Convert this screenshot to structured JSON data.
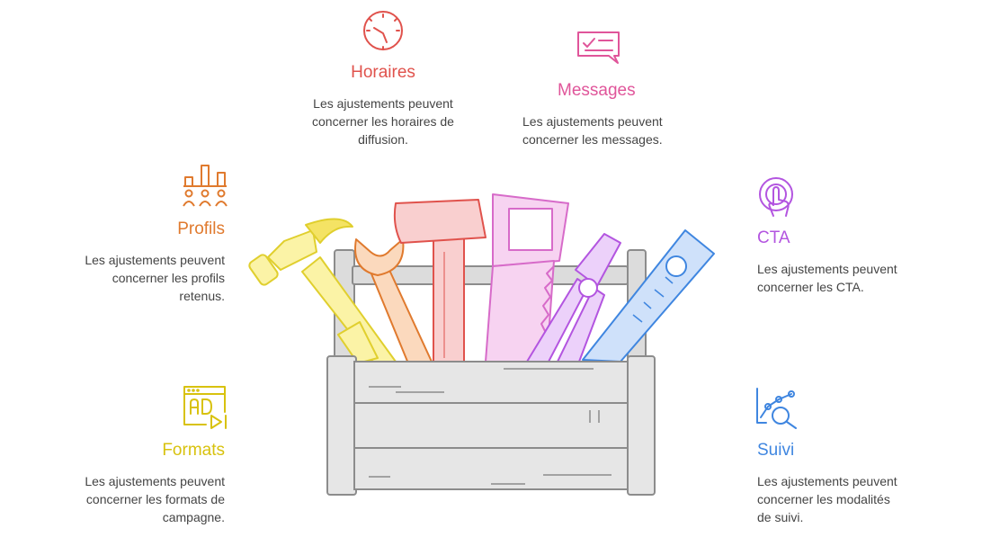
{
  "items": {
    "horaires": {
      "title": "Horaires",
      "text": "Les ajustements peuvent\nconcerner les horaires de\ndiffusion.",
      "color": "#e0524c",
      "icon": "clock-icon"
    },
    "messages": {
      "title": "Messages",
      "text": "Les ajustements peuvent\nconcerner les messages.",
      "color": "#e0559a",
      "icon": "message-check-icon"
    },
    "profils": {
      "title": "Profils",
      "text": "Les ajustements peuvent\nconcerner les profils\nretenus.",
      "color": "#e07a2e",
      "icon": "audience-chart-icon"
    },
    "cta": {
      "title": "CTA",
      "text": "Les ajustements peuvent\nconcerner les CTA.",
      "color": "#b355e0",
      "icon": "click-icon"
    },
    "formats": {
      "title": "Formats",
      "text": "Les ajustements peuvent\nconcerner les formats de\ncampagne.",
      "color": "#d8c20e",
      "icon": "ad-video-icon"
    },
    "suivi": {
      "title": "Suivi",
      "text": "Les ajustements peuvent\nconcerner les modalités\nde suivi.",
      "color": "#3f86e0",
      "icon": "analytics-search-icon"
    }
  },
  "illustration": {
    "name": "toolbox-illustration",
    "box_color": "#8c8c8c",
    "tool_colors": [
      "#e6d84a",
      "#e07a2e",
      "#e0524c",
      "#d76bc9",
      "#b355e0",
      "#3f86e0"
    ]
  }
}
